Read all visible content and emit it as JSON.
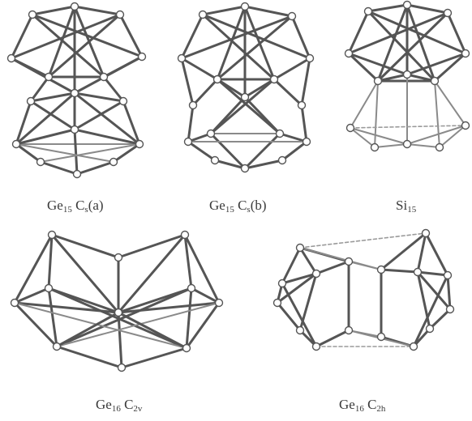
{
  "structures": [
    {
      "element": "Ge",
      "atoms": "15",
      "symmetry": "C",
      "sym_sub": "s",
      "variant": "(a)"
    },
    {
      "element": "Ge",
      "atoms": "15",
      "symmetry": "C",
      "sym_sub": "s",
      "variant": "(b)"
    },
    {
      "element": "Si",
      "atoms": "15",
      "symmetry": "",
      "sym_sub": "",
      "variant": ""
    },
    {
      "element": "Ge",
      "atoms": "16",
      "symmetry": "C",
      "sym_sub": "2v",
      "variant": ""
    },
    {
      "element": "Ge",
      "atoms": "16",
      "symmetry": "C",
      "sym_sub": "2h",
      "variant": ""
    }
  ]
}
